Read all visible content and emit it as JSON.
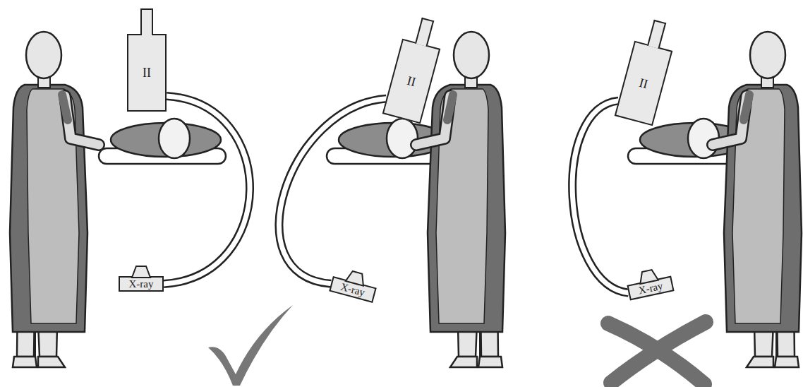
{
  "diagram": {
    "nodes": [
      {
        "text": [
          "II"
        ]
      },
      {
        "text": [
          "X-ray"
        ]
      },
      {
        "text": [
          "II"
        ]
      },
      {
        "text": [
          "X-ray"
        ]
      },
      {
        "text": [
          "II"
        ]
      },
      {
        "text": [
          "X-ray"
        ]
      }
    ],
    "edges": [
      {
        "from": 0,
        "to": 1,
        "arrow": "none"
      },
      {
        "from": 2,
        "to": 3,
        "arrow": "none"
      },
      {
        "from": 4,
        "to": 5,
        "arrow": "none"
      }
    ]
  }
}
